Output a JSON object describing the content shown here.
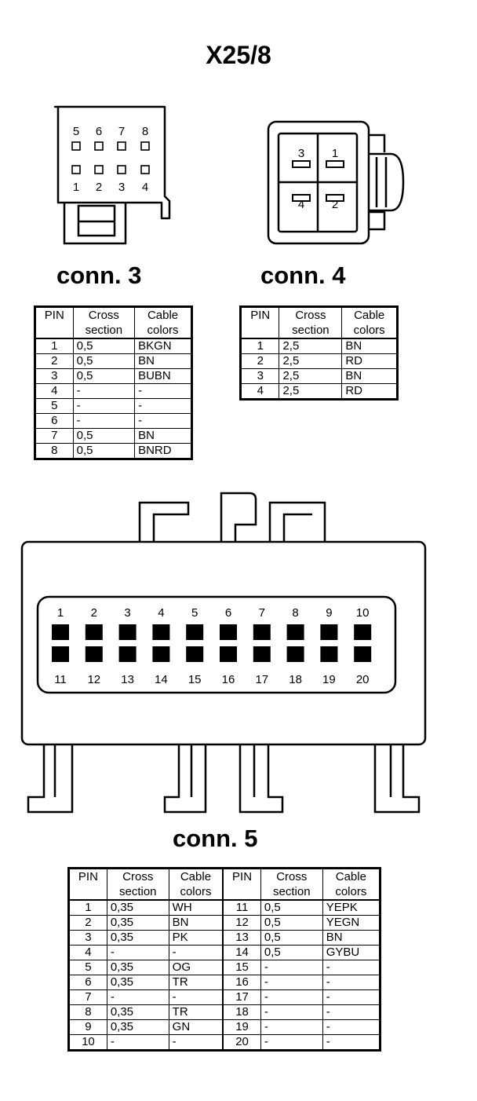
{
  "title": "X25/8",
  "conn3": {
    "label": "conn. 3",
    "top_pins": [
      "5",
      "6",
      "7",
      "8"
    ],
    "bottom_pins": [
      "1",
      "2",
      "3",
      "4"
    ],
    "headers": [
      "PIN",
      "Cross\nsection",
      "Cable\ncolors"
    ],
    "rows": [
      [
        "1",
        "0,5",
        "BKGN"
      ],
      [
        "2",
        "0,5",
        "BN"
      ],
      [
        "3",
        "0,5",
        "BUBN"
      ],
      [
        "4",
        "-",
        "-"
      ],
      [
        "5",
        "-",
        "-"
      ],
      [
        "6",
        "-",
        "-"
      ],
      [
        "7",
        "0,5",
        "BN"
      ],
      [
        "8",
        "0,5",
        "BNRD"
      ]
    ]
  },
  "conn4": {
    "label": "conn. 4",
    "pins": [
      "3",
      "1",
      "4",
      "2"
    ],
    "headers": [
      "PIN",
      "Cross\nsection",
      "Cable\ncolors"
    ],
    "rows": [
      [
        "1",
        "2,5",
        "BN"
      ],
      [
        "2",
        "2,5",
        "RD"
      ],
      [
        "3",
        "2,5",
        "BN"
      ],
      [
        "4",
        "2,5",
        "RD"
      ]
    ]
  },
  "conn5": {
    "label": "conn. 5",
    "top_pins": [
      "1",
      "2",
      "3",
      "4",
      "5",
      "6",
      "7",
      "8",
      "9",
      "10"
    ],
    "bottom_pins": [
      "11",
      "12",
      "13",
      "14",
      "15",
      "16",
      "17",
      "18",
      "19",
      "20"
    ],
    "headers": [
      "PIN",
      "Cross\nsection",
      "Cable\ncolors",
      "PIN",
      "Cross\nsection",
      "Cable\ncolors"
    ],
    "rows": [
      [
        "1",
        "0,35",
        "WH",
        "11",
        "0,5",
        "YEPK"
      ],
      [
        "2",
        "0,35",
        "BN",
        "12",
        "0,5",
        "YEGN"
      ],
      [
        "3",
        "0,35",
        "PK",
        "13",
        "0,5",
        "BN"
      ],
      [
        "4",
        "-",
        "-",
        "14",
        "0,5",
        "GYBU"
      ],
      [
        "5",
        "0,35",
        "OG",
        "15",
        "-",
        "-"
      ],
      [
        "6",
        "0,35",
        "TR",
        "16",
        "-",
        "-"
      ],
      [
        "7",
        "-",
        "-",
        "17",
        "-",
        "-"
      ],
      [
        "8",
        "0,35",
        "TR",
        "18",
        "-",
        "-"
      ],
      [
        "9",
        "0,35",
        "GN",
        "19",
        "-",
        "-"
      ],
      [
        "10",
        "-",
        "-",
        "20",
        "-",
        "-"
      ]
    ]
  }
}
